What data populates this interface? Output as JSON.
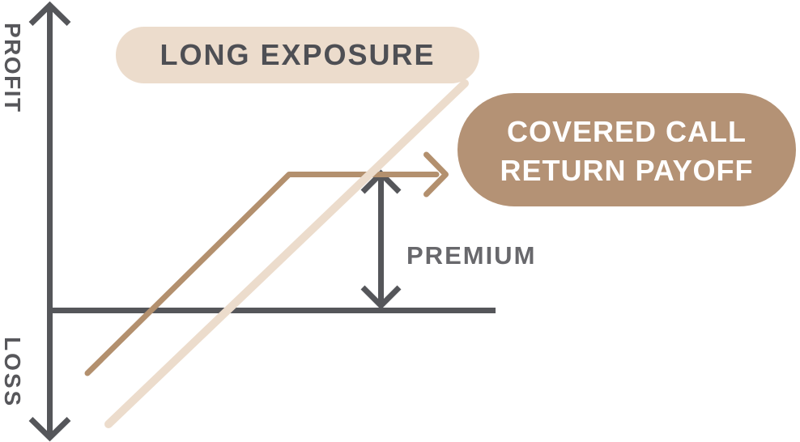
{
  "axes": {
    "profit_label": "PROFIT",
    "loss_label": "LOSS"
  },
  "annotations": {
    "premium_label": "PREMIUM"
  },
  "badges": {
    "long_exposure": {
      "label": "LONG EXPOSURE",
      "bg": "#ecdccc",
      "text_color": "#4e4f54"
    },
    "covered_call": {
      "line1": "COVERED CALL",
      "line2": "RETURN PAYOFF",
      "bg": "#b49275",
      "text_color": "#ffffff"
    }
  },
  "series": [
    {
      "name": "long-exposure",
      "color": "#ecdccc",
      "shape": "straight-diagonal"
    },
    {
      "name": "covered-call-return-payoff",
      "color": "#b3906e",
      "shape": "diagonal-then-flat-with-arrow"
    }
  ],
  "colors": {
    "background": "#ffffff",
    "axis": "#55565a",
    "premium_text": "#68686c"
  }
}
